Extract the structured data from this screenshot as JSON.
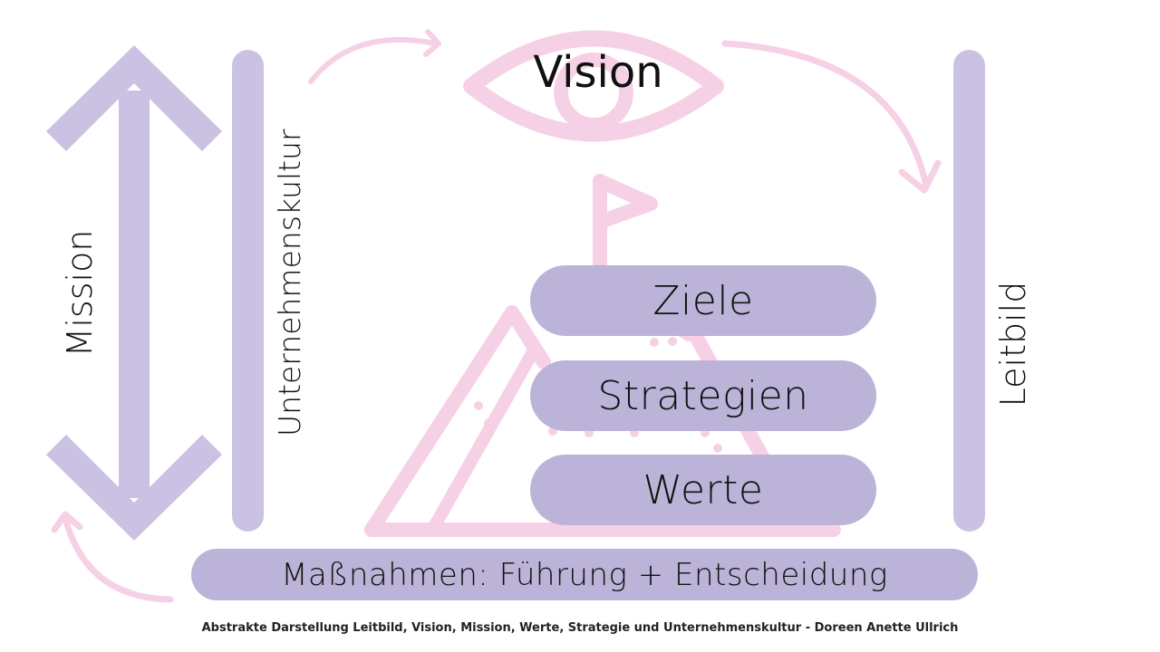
{
  "colors": {
    "lavender": "#cbc2e3",
    "lavender_dark": "#bcb3d8",
    "pink": "#f6d1e6"
  },
  "diagram": {
    "vision_label": "Vision",
    "mission_label": "Mission",
    "culture_label": "Unternehmenskultur",
    "leitbild_label": "Leitbild",
    "stack": [
      "Ziele",
      "Strategien",
      "Werte"
    ],
    "measures_label": "Maßnahmen: Führung + Entscheidung",
    "icons": [
      "double-arrow-icon",
      "eye-icon",
      "pyramid-flag-icon",
      "curved-arrow-icon"
    ]
  },
  "caption": "Abstrakte Darstellung Leitbild, Vision, Mission, Werte, Strategie und Unternehmenskultur - Doreen Anette Ullrich"
}
